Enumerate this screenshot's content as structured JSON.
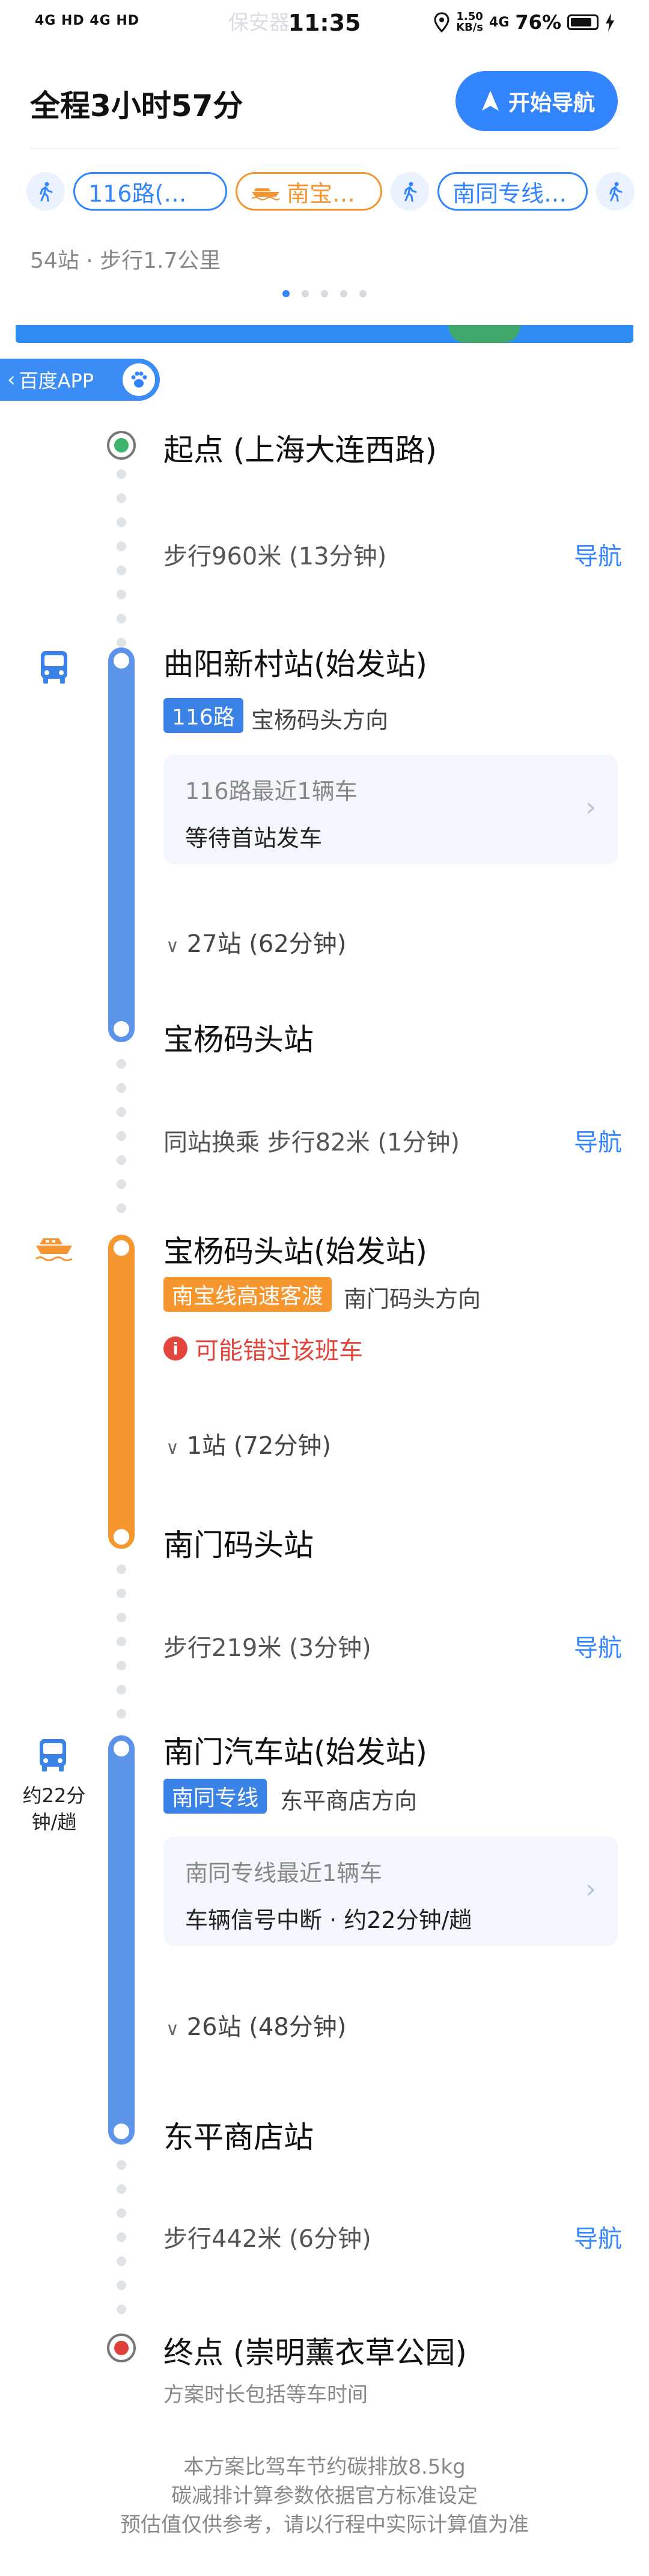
{
  "status_bar": {
    "signal": "4G HD 4G HD",
    "carrier_faint": "保安器",
    "time": "11:35",
    "speed_value": "1.50",
    "speed_unit": "KB/s",
    "network": "4G",
    "battery": "76%"
  },
  "header": {
    "total_time": "全程3小时57分",
    "nav_button": "开始导航",
    "chips": [
      "116路(…",
      "南宝…",
      "南同专线…"
    ],
    "summary": "54站 · 步行1.7公里",
    "page_dots": 5,
    "active_dot": 0
  },
  "app_badge": "百度APP",
  "route": {
    "start": "起点 (上海大连西路)",
    "walk1": "步行960米 (13分钟)",
    "nav_label": "导航",
    "seg1": {
      "station": "曲阳新村站(始发站)",
      "line": "116路",
      "direction": "宝杨码头方向",
      "card_title": "116路最近1辆车",
      "card_sub": "等待首站发车",
      "stops": "27站 (62分钟)",
      "end": "宝杨码头站"
    },
    "walk2": "同站换乘 步行82米 (1分钟)",
    "seg2": {
      "station": "宝杨码头站(始发站)",
      "line": "南宝线高速客渡",
      "direction": "南门码头方向",
      "warning": "可能错过该班车",
      "stops": "1站 (72分钟)",
      "end": "南门码头站"
    },
    "walk3": "步行219米 (3分钟)",
    "seg3": {
      "station": "南门汽车站(始发站)",
      "line": "南同专线",
      "direction": "东平商店方向",
      "freq_1": "约22分",
      "freq_2": "钟/趟",
      "card_title": "南同专线最近1辆车",
      "card_sub": "车辆信号中断 · 约22分钟/趟",
      "stops": "26站 (48分钟)",
      "end": "东平商店站"
    },
    "walk4": "步行442米 (6分钟)",
    "end": "终点 (崇明薰衣草公园)",
    "end_note": "方案时长包括等车时间"
  },
  "footer": [
    "本方案比驾车节约碳排放8.5kg",
    "碳减排计算参数依据官方标准设定",
    "预估值仅供参考，请以行程中实际计算值为准"
  ],
  "colors": {
    "blue": "#3385ff",
    "bus_line": "#5b93e8",
    "ferry_line": "#f5962f",
    "warning": "#e1453b"
  }
}
